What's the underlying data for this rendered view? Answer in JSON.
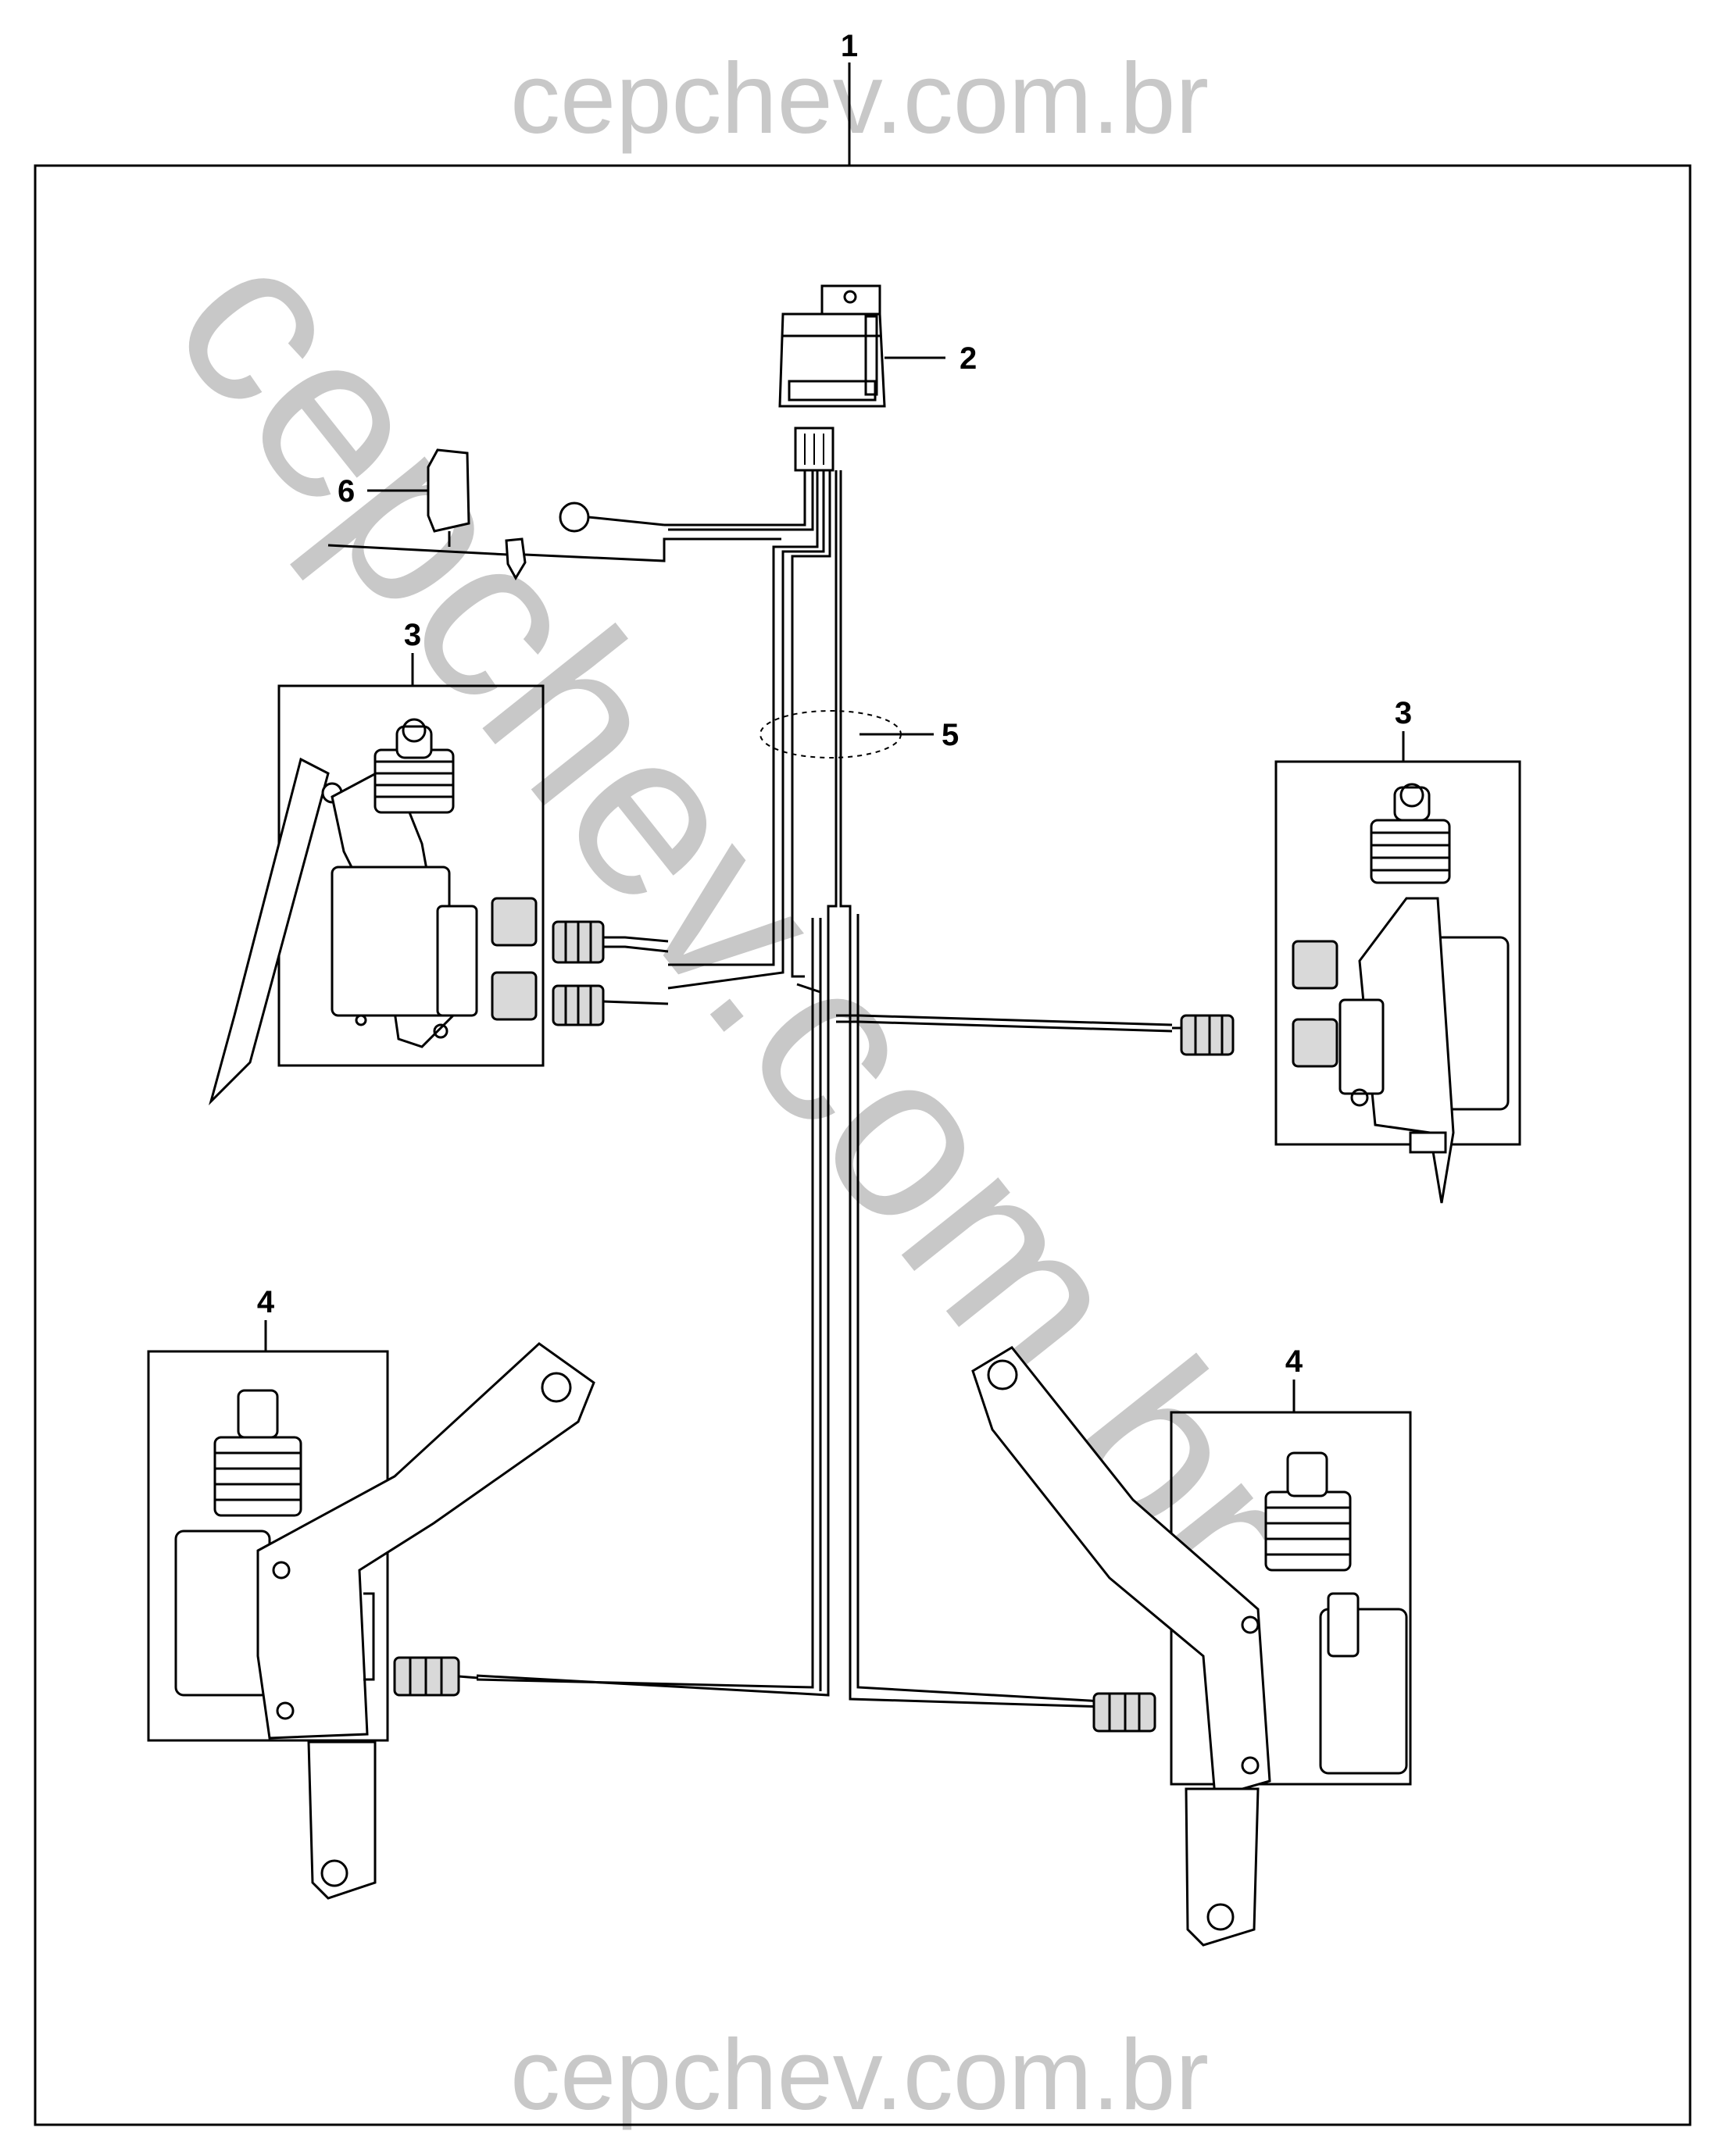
{
  "watermarks": {
    "top": "cepchev.com.br",
    "bottom": "cepchev.com.br",
    "diagonal": "cepchev.com.br"
  },
  "callouts": {
    "assembly": "1",
    "module": "2",
    "front_actuator_left": "3",
    "front_actuator_right": "3",
    "rear_actuator_left": "4",
    "rear_actuator_right": "4",
    "harness": "5",
    "clip": "6"
  }
}
